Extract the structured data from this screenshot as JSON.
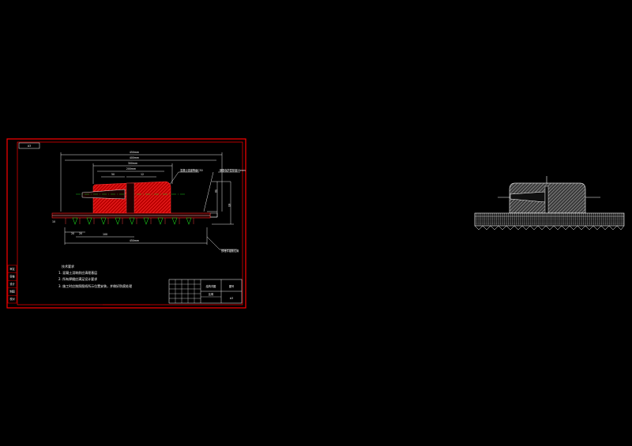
{
  "canvas": {
    "background": "#000000"
  },
  "colors": {
    "frame": "#ff0000",
    "hatch": "#e01010",
    "line": "#ffffff",
    "green": "#19c419",
    "grey": "#b8b8b8"
  },
  "left_drawing": {
    "corner_tag": "A3",
    "dims": {
      "top1": "450mm",
      "top2": "400mm",
      "top3": "300mm",
      "top4": "200mm",
      "mid1": "50",
      "mid2": "12",
      "bottom_main": "450mm",
      "bottom_left1": "20",
      "bottom_left2": "20",
      "bottom_mid": "100",
      "side_right1": "65",
      "side_right2": "50",
      "side_left": "10"
    },
    "callouts": {
      "top_a": "混凝土强度等级C30",
      "top_b": "钢筋保护层厚度25mm",
      "bottom_right": "预埋件锚筋位置"
    },
    "notes": {
      "heading": "技术要求",
      "items": [
        "1. 混凝土浇筑前应清理基层",
        "2. 所有焊缝应满足设计要求",
        "3. 施工时应按照图纸所示位置安装，并做好防腐处理"
      ]
    },
    "title_block": {
      "name": "结构详图",
      "drawing_no": "图号",
      "sheet": "A3",
      "scale": "比例"
    },
    "left_strip": [
      "审定",
      "审核",
      "设计",
      "制图",
      "校对"
    ]
  },
  "right_drawing": {}
}
